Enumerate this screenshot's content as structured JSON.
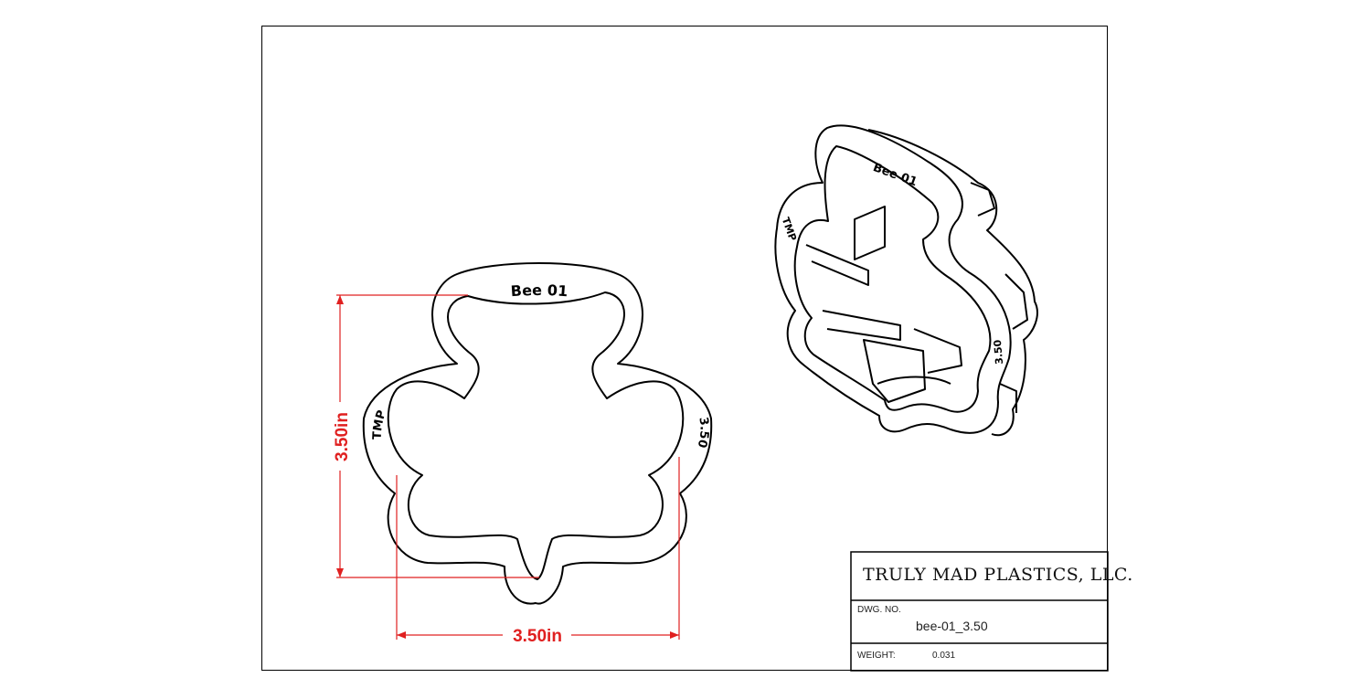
{
  "drawing": {
    "dimension_height": "3.50in",
    "dimension_width": "3.50in",
    "engraving_name": "Bee 01",
    "engraving_brand": "TMP",
    "engraving_size": "3.50",
    "dimension_color": "#e02020"
  },
  "title_block": {
    "company": "TRULY MAD PLASTICS, LLC.",
    "dwg_no_label": "DWG.  NO.",
    "dwg_no_value": "bee-01_3.50",
    "weight_label": "WEIGHT:",
    "weight_value": "0.031"
  }
}
